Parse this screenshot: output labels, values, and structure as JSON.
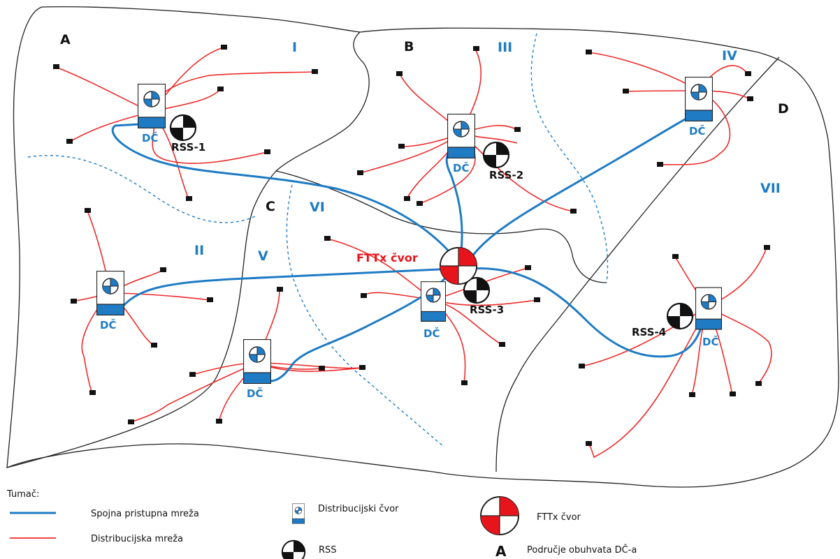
{
  "areas": {
    "A": "A",
    "B": "B",
    "C": "C",
    "D": "D"
  },
  "zones": {
    "I": "I",
    "II": "II",
    "III": "III",
    "IV": "IV",
    "V": "V",
    "VI": "VI",
    "VII": "VII"
  },
  "dc_label": "DČ",
  "rss": [
    "RSS-1",
    "RSS-2",
    "RSS-3",
    "RSS-4"
  ],
  "fttx_label": "FTTx čvor",
  "legend": {
    "title": "Tumač:",
    "spojna": "Spojna pristupna mreža",
    "distribucijska": "Distribucijska mreža",
    "distribucijski_cvor": "Distribucijski čvor",
    "rss": "RSS",
    "fttx": "FTTx čvor",
    "area_letter": "A",
    "podrucje": "Područje obuhvata DČ-a"
  },
  "colors": {
    "blue": "#1e7bc4",
    "red": "#ee2a2a",
    "black": "#111111"
  }
}
